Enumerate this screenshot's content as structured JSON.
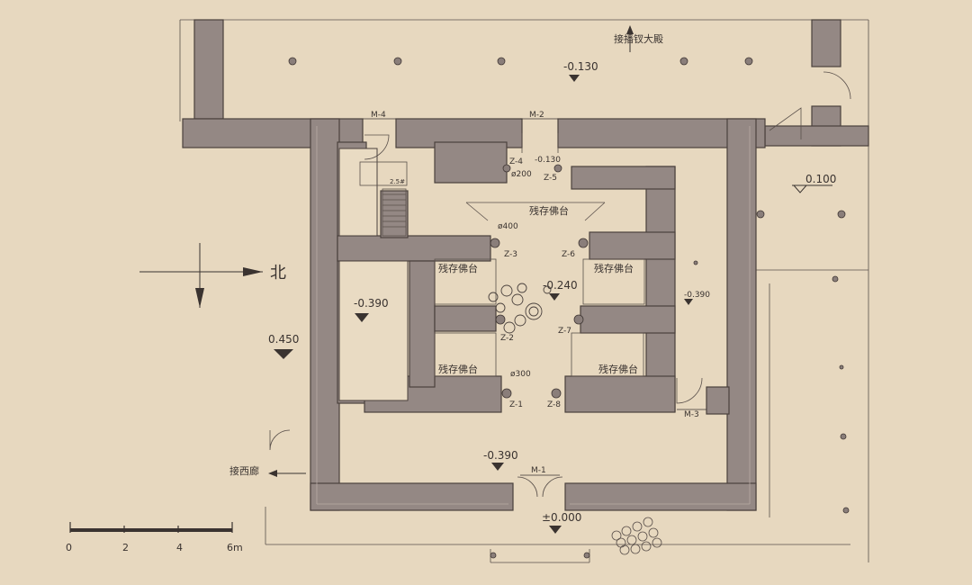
{
  "top_annotation": "接播钗大殿",
  "west_annotation": "接西廊",
  "north_label": "北",
  "elevations": {
    "top_corridor": "-0.130",
    "entrance_inner": "-0.130",
    "east_court": "0.100",
    "hall_center": "-0.240",
    "west_room": "-0.390",
    "east_corridor": "-0.390",
    "outside_west": "0.450",
    "south_front": "-0.390",
    "entrance_outside": "±0.000"
  },
  "doors": {
    "m1": "M-1",
    "m2": "M-2",
    "m3": "M-3",
    "m4": "M-4"
  },
  "columns": {
    "z1": "Z-1",
    "z2": "Z-2",
    "z3": "Z-3",
    "z4": "Z-4",
    "z5": "Z-5",
    "z6": "Z-6",
    "z7": "Z-7",
    "z8": "Z-8"
  },
  "dimensions": {
    "d200": "ø200",
    "d400": "ø400",
    "d300": "ø300",
    "stair": "2.5#"
  },
  "statue_label": "残存佛台",
  "scale_bar": {
    "ticks": [
      "0",
      "2",
      "4",
      "6m"
    ]
  }
}
